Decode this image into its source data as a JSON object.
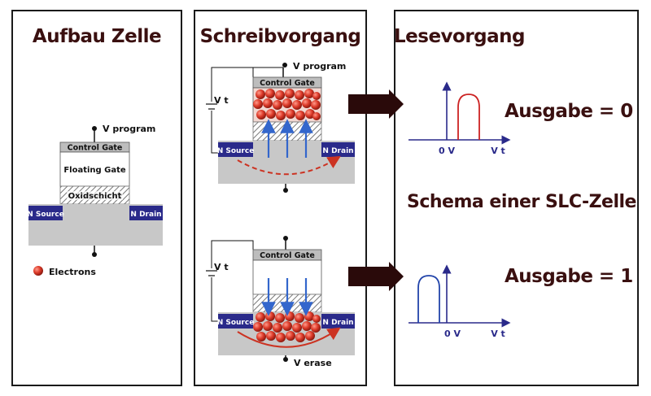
{
  "panels": {
    "left_title": "Aufbau Zelle",
    "middle_title": "Schreibvorgang",
    "right_title": "Lesevorgang"
  },
  "cell": {
    "v_program": "V program",
    "control_gate": "Control Gate",
    "floating_gate": "Floating Gate",
    "oxide": "Oxidschicht",
    "n_source": "N Source",
    "n_drain": "N Drain",
    "electrons": "Electrons"
  },
  "write_program": {
    "v_program": "V program",
    "vt": "V t",
    "control_gate": "Control Gate",
    "n_source": "N Source",
    "n_drain": "N Drain"
  },
  "write_erase": {
    "vt": "V t",
    "control_gate": "Control Gate",
    "n_source": "N Source",
    "n_drain": "N Drain",
    "v_erase": "V erase"
  },
  "read": {
    "graph1_x0": "0 V",
    "graph1_xvt": "V t",
    "output0": "Ausgabe = 0",
    "schema_title": "Schema einer SLC-Zelle",
    "graph2_x0": "0 V",
    "graph2_xvt": "V t",
    "output1": "Ausgabe = 1"
  },
  "colors": {
    "title": "#3a1010",
    "navy": "#2a2a8a",
    "electron": "#cc3322",
    "arrow_blue": "#3366cc",
    "curve_red": "#cc2222",
    "curve_blue": "#2244aa",
    "substrate": "#c8c8c8",
    "gate_gray": "#bdbdbd",
    "big_arrow": "#2a0a0a"
  }
}
